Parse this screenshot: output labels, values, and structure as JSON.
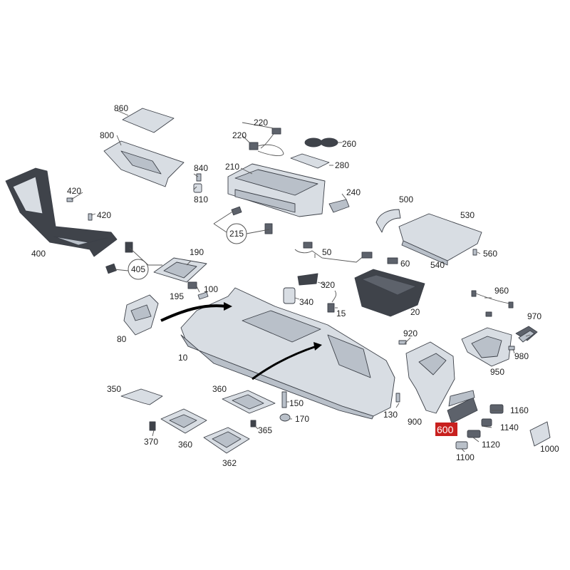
{
  "diagram": {
    "highlighted_part": "600",
    "labels": {
      "p10": "10",
      "p15": "15",
      "p20": "20",
      "p50": "50",
      "p60": "60",
      "p80": "80",
      "p100": "100",
      "p130": "130",
      "p150": "150",
      "p170": "170",
      "p190": "190",
      "p195": "195",
      "p210": "210",
      "p215": "215",
      "p220a": "220",
      "p220b": "220",
      "p240": "240",
      "p260": "260",
      "p280": "280",
      "p320": "320",
      "p340": "340",
      "p350": "350",
      "p360a": "360",
      "p360b": "360",
      "p362": "362",
      "p365": "365",
      "p370": "370",
      "p400": "400",
      "p405": "405",
      "p420a": "420",
      "p420b": "420",
      "p500": "500",
      "p530": "530",
      "p540": "540",
      "p560": "560",
      "p600": "600",
      "p800": "800",
      "p810": "810",
      "p840": "840",
      "p860": "860",
      "p900": "900",
      "p920": "920",
      "p950": "950",
      "p960": "960",
      "p970": "970",
      "p980": "980",
      "p1000": "1000",
      "p1100": "1100",
      "p1120": "1120",
      "p1140": "1140",
      "p1160": "1160"
    },
    "colors": {
      "part_fill_light": "#d8dde3",
      "part_fill_mid": "#b9c0c9",
      "part_fill_dark": "#5d626b",
      "outline": "#3c4048",
      "highlight": "#c8201e"
    }
  }
}
